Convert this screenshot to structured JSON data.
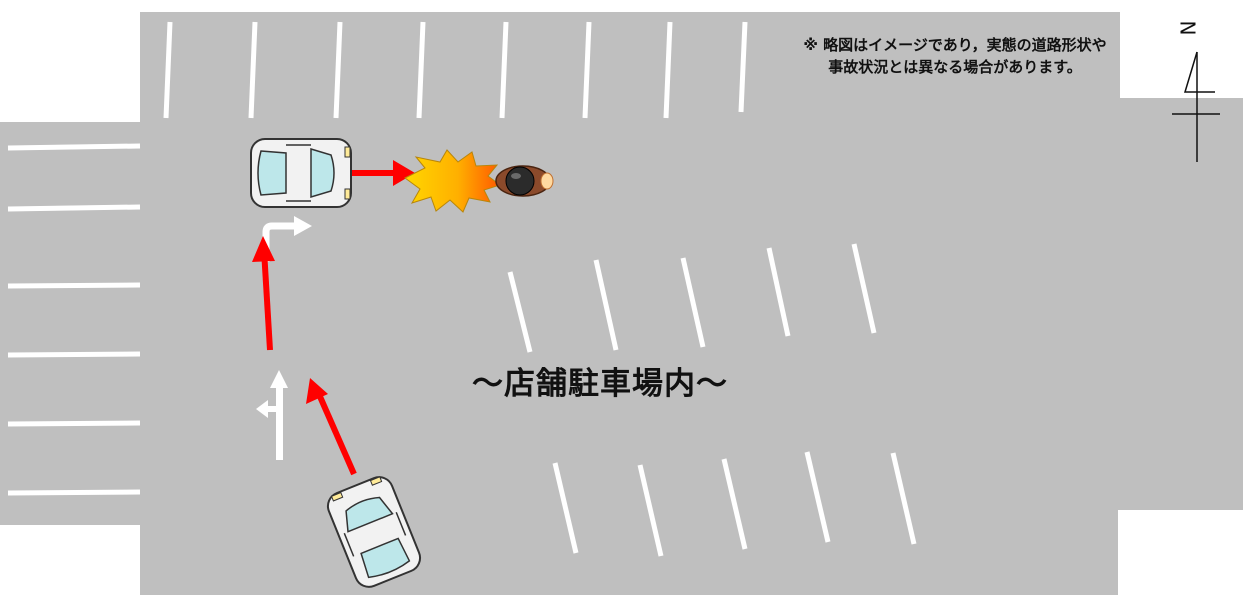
{
  "note": {
    "line1": "※ 略図はイメージであり，実態の道路形状や",
    "line2": "事故状況とは異なる場合があります。"
  },
  "area_label": "～店舗駐車場内～",
  "compass": {
    "label": "N"
  },
  "colors": {
    "pavement": "#bfbfbf",
    "marking": "#ffffff",
    "path_arrow": "#ff0000",
    "collision_fill": "#ffd700",
    "collision_core": "#ff8c00",
    "car_body": "#f2f2f2",
    "car_glass": "#bde7ea",
    "motorcycle_rider": "#2b2b2b",
    "motorcycle_body": "#8b4a2b"
  }
}
